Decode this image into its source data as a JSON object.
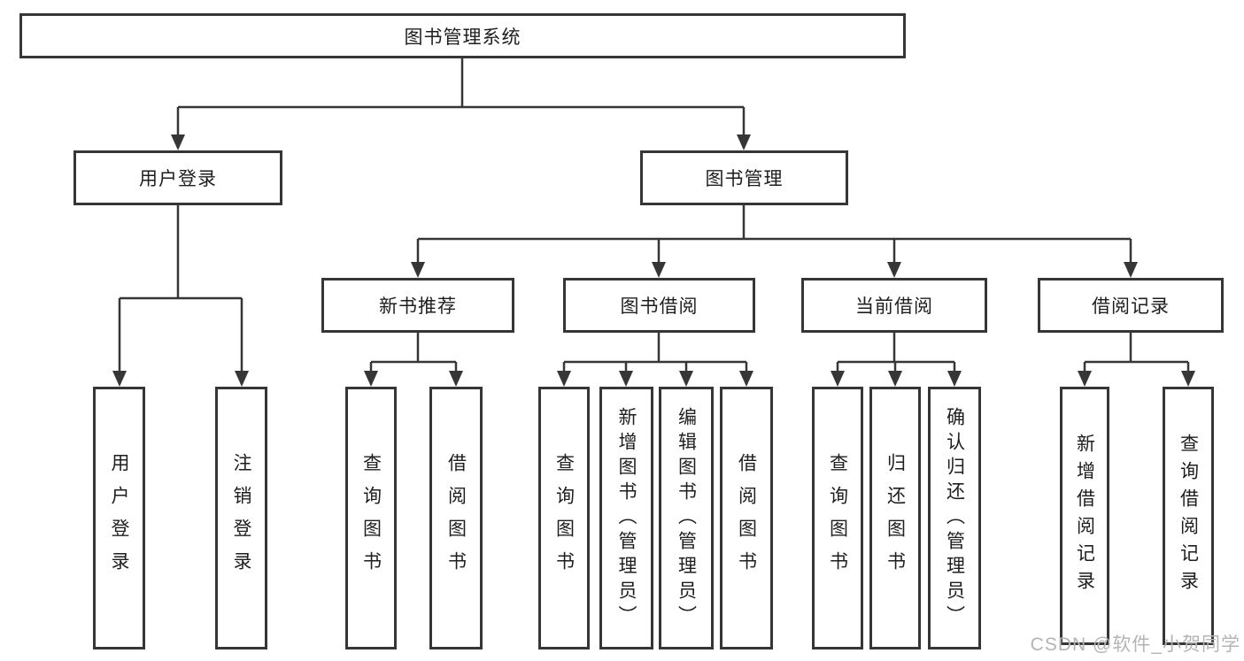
{
  "colors": {
    "line": "#363636",
    "text": "#1e1e1e",
    "watermark": "#b4b4b4",
    "background": "#ffffff"
  },
  "tree": {
    "root": {
      "label": "图书管理系统"
    },
    "level2": [
      {
        "label": "用户登录",
        "children": [
          {
            "label": "用户登录"
          },
          {
            "label": "注销登录"
          }
        ]
      },
      {
        "label": "图书管理",
        "children": [
          {
            "label": "新书推荐",
            "children": [
              {
                "label": "查询图书"
              },
              {
                "label": "借阅图书"
              }
            ]
          },
          {
            "label": "图书借阅",
            "children": [
              {
                "label": "查询图书"
              },
              {
                "label": "新增图书（管理员）"
              },
              {
                "label": "编辑图书（管理员）"
              },
              {
                "label": "借阅图书"
              }
            ]
          },
          {
            "label": "当前借阅",
            "children": [
              {
                "label": "查询图书"
              },
              {
                "label": "归还图书"
              },
              {
                "label": "确认归还（管理员）"
              }
            ]
          },
          {
            "label": "借阅记录",
            "children": [
              {
                "label": "新增借阅记录"
              },
              {
                "label": "查询借阅记录"
              }
            ]
          }
        ]
      }
    ]
  },
  "watermark": {
    "text": "CSDN @软件_小贺同学"
  }
}
